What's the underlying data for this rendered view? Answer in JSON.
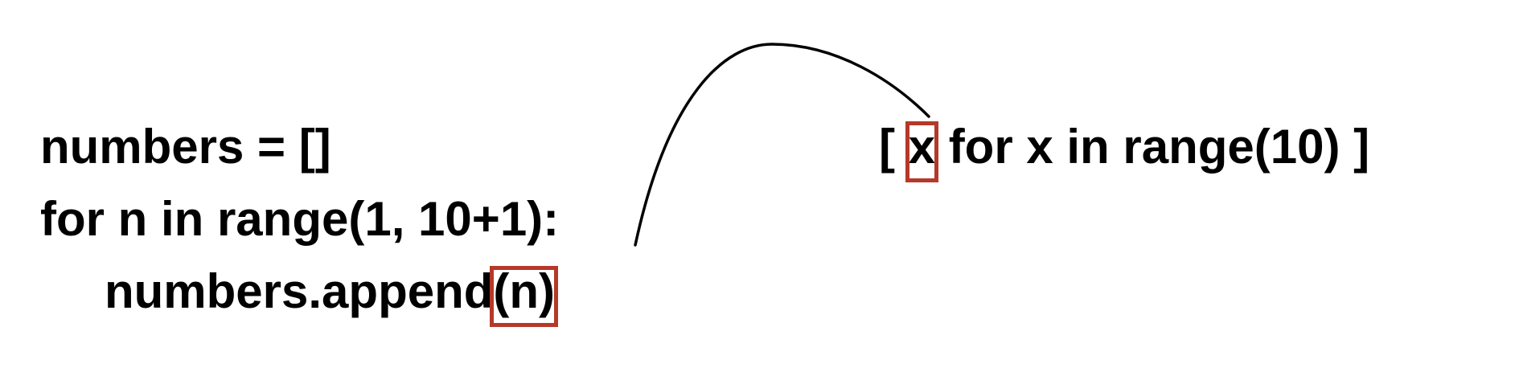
{
  "left_code": {
    "line_1": "numbers = []",
    "line_2": "for n in range(1, 10+1):",
    "line_3_prefix": "numbers.append",
    "line_3_highlight": "(n)"
  },
  "right_code": {
    "open_bracket": "[ ",
    "highlight": "x",
    "rest": " for x in range(10) ]"
  },
  "colors": {
    "text": "#000000",
    "highlight_box": "#b5392a",
    "connector": "#000000"
  }
}
